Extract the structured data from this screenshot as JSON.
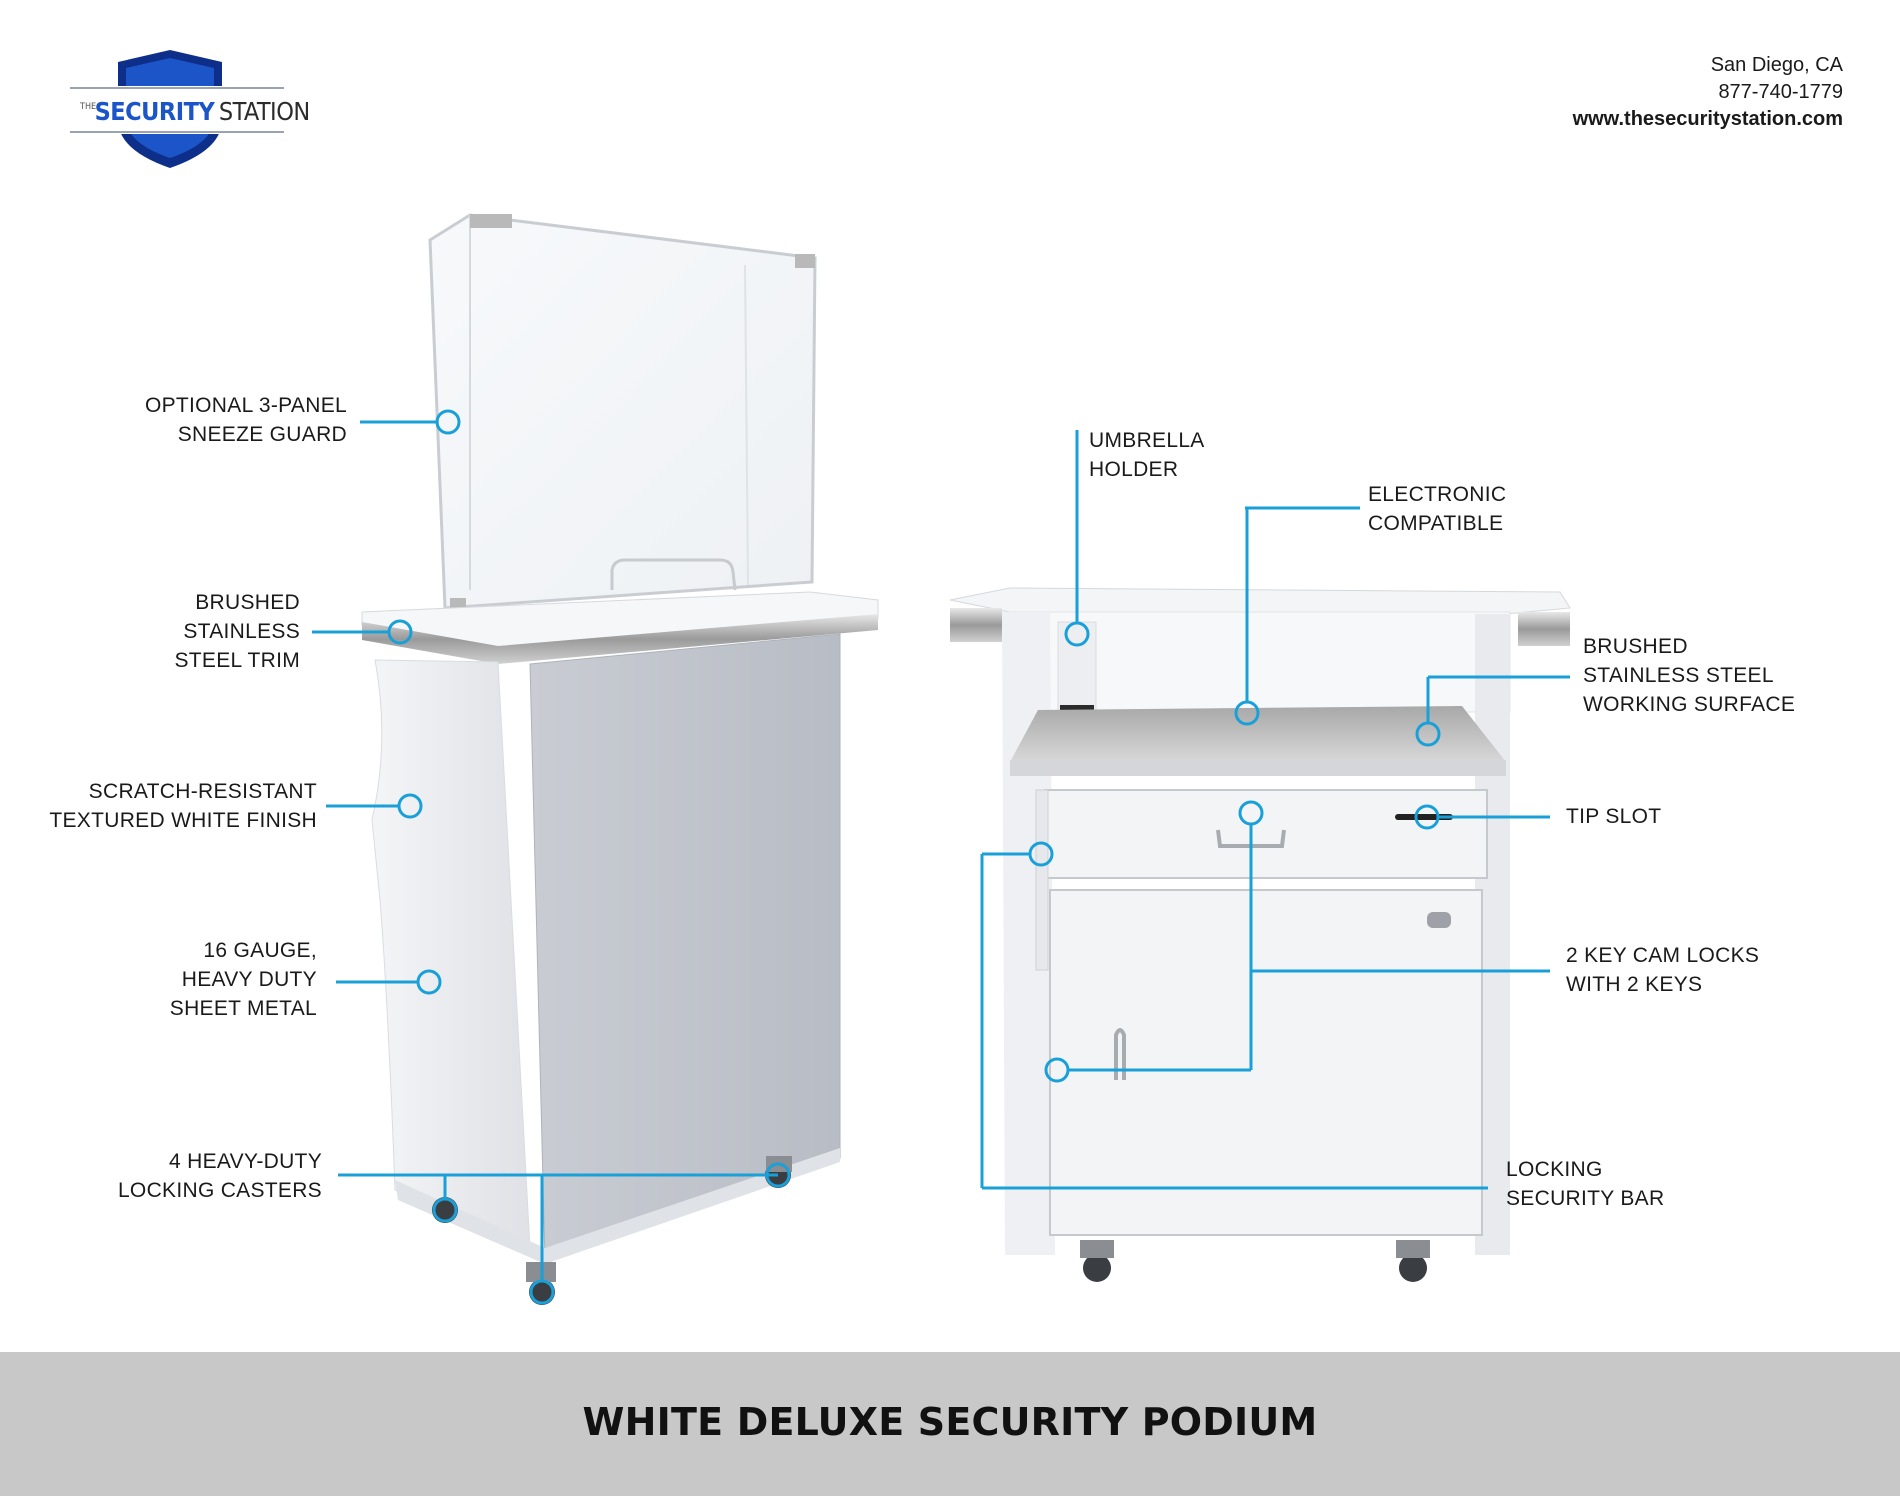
{
  "brand": {
    "small_prefix": "THE",
    "word1": "SECURITY",
    "word2": "STATION",
    "shield_color": "#1c55c8",
    "shield_dark": "#0d2f8a"
  },
  "contact": {
    "city": "San Diego, CA",
    "phone": "877-740-1779",
    "website": "www.thesecuritystation.com"
  },
  "accent_color": "#1aa0d8",
  "callouts": {
    "sneeze_guard": [
      "OPTIONAL 3-PANEL",
      "SNEEZE GUARD"
    ],
    "steel_trim": [
      "BRUSHED",
      "STAINLESS",
      "STEEL TRIM"
    ],
    "finish": [
      "SCRATCH-RESISTANT",
      "TEXTURED WHITE FINISH"
    ],
    "gauge": [
      "16 GAUGE,",
      "HEAVY DUTY",
      "SHEET METAL"
    ],
    "casters": [
      "4 HEAVY-DUTY",
      "LOCKING CASTERS"
    ],
    "umbrella": [
      "UMBRELLA",
      "HOLDER"
    ],
    "electronic": [
      "ELECTRONIC",
      "COMPATIBLE"
    ],
    "working_surface": [
      "BRUSHED",
      "STAINLESS STEEL",
      "WORKING SURFACE"
    ],
    "tip_slot": [
      "TIP SLOT"
    ],
    "cam_locks": [
      "2 KEY CAM LOCKS",
      "WITH 2 KEYS"
    ],
    "security_bar": [
      "LOCKING",
      "SECURITY BAR"
    ]
  },
  "footer": {
    "title": "WHITE DELUXE SECURITY PODIUM"
  }
}
